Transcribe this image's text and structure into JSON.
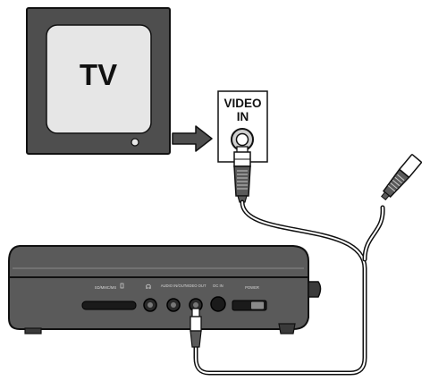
{
  "tv": {
    "label": "TV"
  },
  "jack": {
    "label_line1": "VIDEO",
    "label_line2": "IN"
  },
  "player_panel": {
    "card_slot_label": "SD/MMC/MS",
    "headphone_label": "",
    "audio_out_label": "AUDIO IN/OUT",
    "video_out_label": "VIDEO OUT",
    "dc_in_label": "DC IN",
    "power_switch_label": "POWER"
  },
  "colors": {
    "tv_frame": "#4e4e4e",
    "tv_screen": "#e6e6e6",
    "player_body": "#5a5a5a",
    "outline": "#111111"
  }
}
